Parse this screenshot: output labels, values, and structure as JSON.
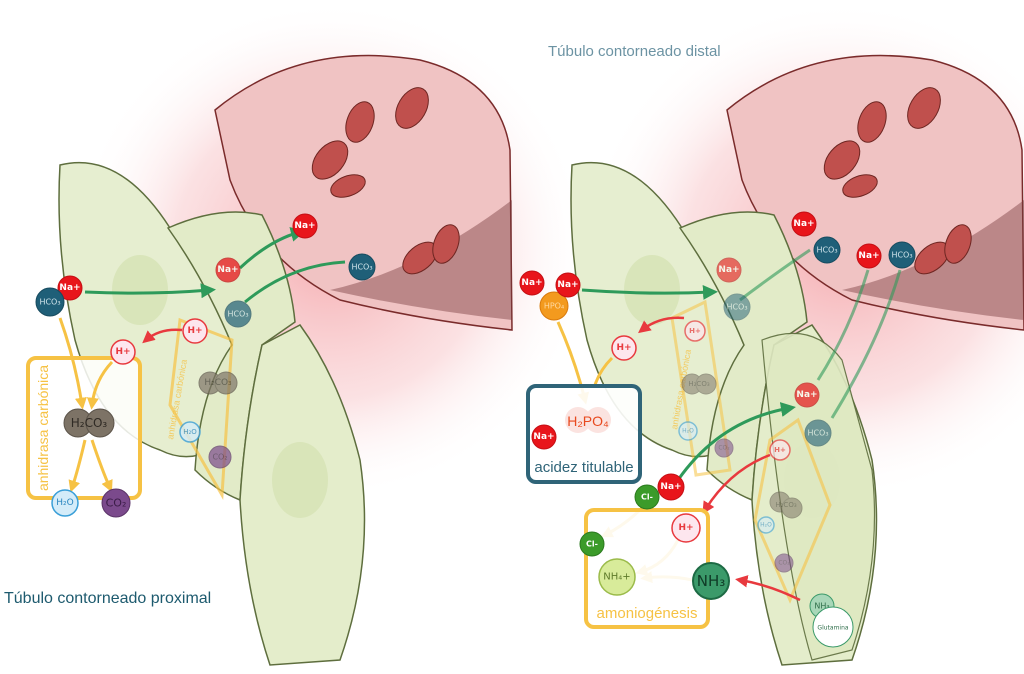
{
  "left": {
    "title": "Túbulo contorneado proximal",
    "enzyme": "anhidrasa carbónica",
    "na": "Na+",
    "hco3": "HCO₃",
    "h": "H+",
    "h2co3": "H₂CO₃",
    "h2o": "H₂O",
    "co2": "CO₂"
  },
  "right": {
    "title": "Túbulo contorneado distal",
    "hpo4": "HPO₄",
    "h2po4": "H₂PO₄",
    "titratable": "acidez titulable",
    "cl": "Cl-",
    "nh4": "NH₄+",
    "nh3": "NH₃",
    "amoniogenesis": "amoniogénesis",
    "glutamina": "Glutamina"
  },
  "colors": {
    "sodium": "#e8151b",
    "bicarbonate": "#1f5f78",
    "proton": "#e8393e",
    "carbonic_acid": "#7d7366",
    "water": "#3a9fd8",
    "co2": "#7b4a8c",
    "chloride": "#3b9b2a",
    "ammonia": "#3b9a6a",
    "ammonium": "#d8eb9a",
    "phosphate": "#f39a1e",
    "enzyme_box": "#f6c244",
    "titratable_box": "#2f6478",
    "cell": "#e6eed0",
    "vessel": "#f0c3c3",
    "red_blood_cell": "#c0504d"
  }
}
